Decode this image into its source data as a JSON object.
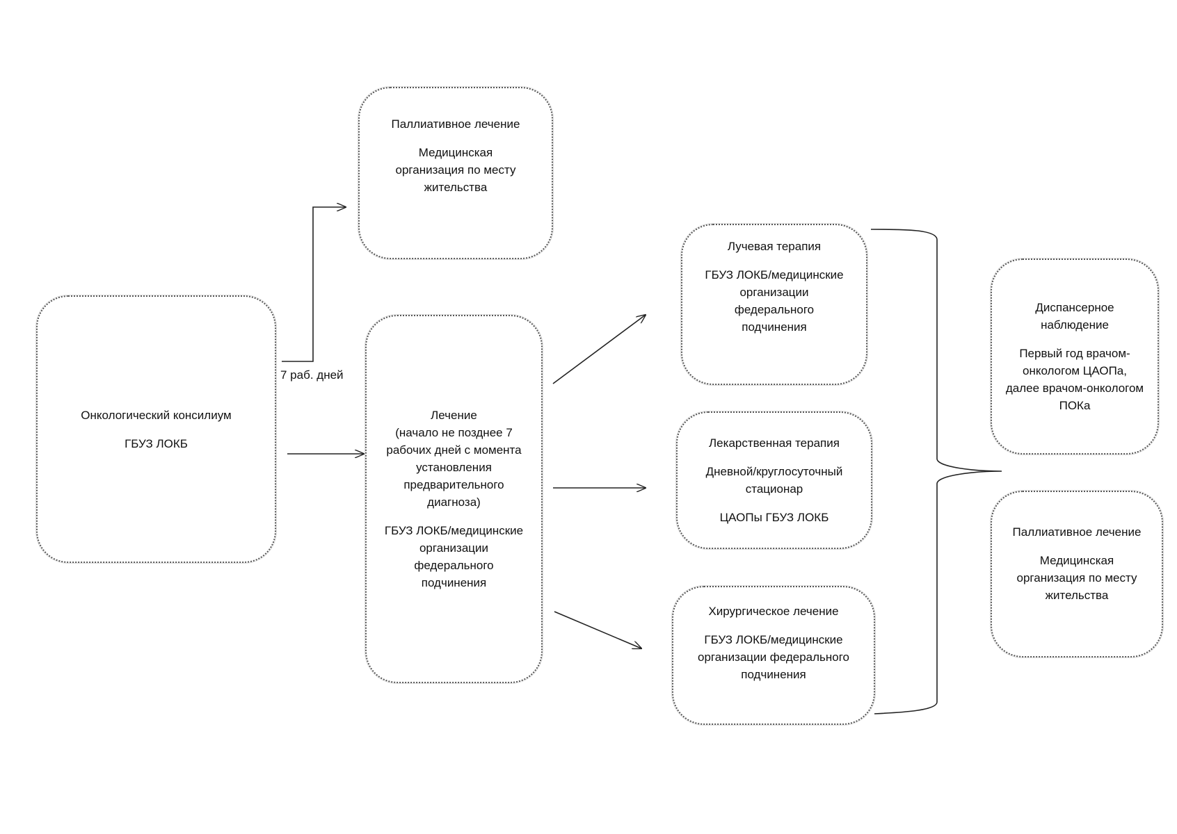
{
  "nodes": {
    "consilium": {
      "title": "Онкологический консилиум",
      "org": "ГБУЗ ЛОКБ"
    },
    "palliative_top": {
      "title": "Паллиативное лечение",
      "org": "Медицинская организация по месту жительства"
    },
    "treatment": {
      "title": "Лечение",
      "note": "(начало не позднее 7 рабочих дней с момента установления предварительного диагноза)",
      "org": "ГБУЗ ЛОКБ/медицинские организации федерального подчинения"
    },
    "radiation": {
      "title": "Лучевая терапия",
      "org": "ГБУЗ ЛОКБ/медицинские организации федерального подчинения"
    },
    "drug": {
      "title": "Лекарственная терапия",
      "setting": "Дневной/круглосуточный стационар",
      "org": "ЦАОПы ГБУЗ ЛОКБ"
    },
    "surgery": {
      "title": "Хирургическое лечение",
      "org": "ГБУЗ ЛОКБ/медицинские организации федерального подчинения"
    },
    "dispensary": {
      "title": "Диспансерное наблюдение",
      "detail": "Первый год врачом-онкологом ЦАОПа, далее врачом-онкологом ПОКа"
    },
    "palliative_right": {
      "title": "Паллиативное лечение",
      "org": "Медицинская организация по месту жительства"
    }
  },
  "edges": {
    "days_label": "7 раб. дней"
  }
}
